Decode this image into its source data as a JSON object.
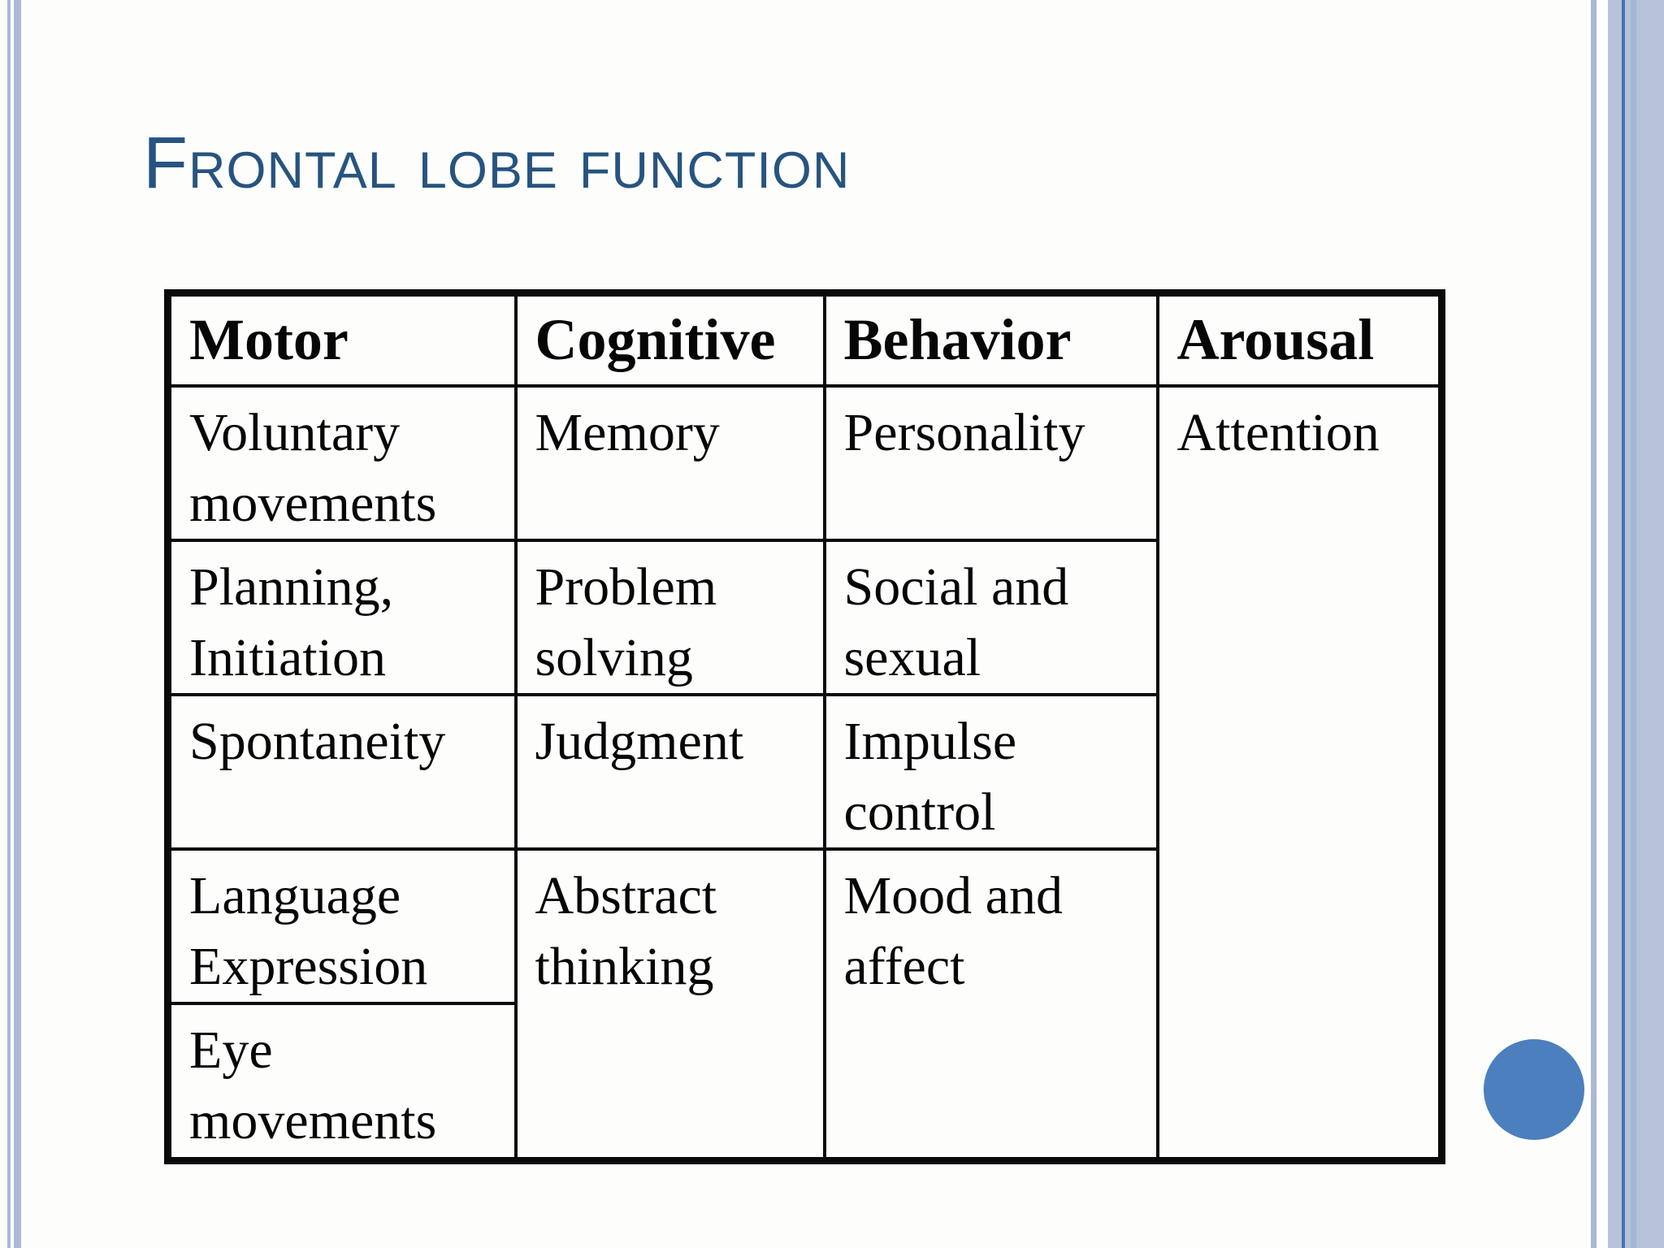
{
  "theme": {
    "background_color": "#FDFEFC",
    "title_color": "#27547F",
    "accent_circle_color": "#4C7FBE",
    "stripe_color": "#ACB9D6",
    "band_color": "#B6C3DA",
    "band_accent_dark": "#4674AF",
    "band_accent_mid": "#A5B6D3",
    "table_border_color": "#0B0B0B",
    "text_color": "#060606"
  },
  "slide": {
    "title": "Frontal lobe function"
  },
  "table": {
    "headers": [
      "Motor",
      "Cognitive",
      "Behavior",
      "Arousal"
    ],
    "cells": {
      "motor": [
        "Voluntary movements",
        "Planning, Initiation",
        "Spontaneity",
        "Language Expression",
        "Eye movements"
      ],
      "cognitive": [
        "Memory",
        "Problem solving",
        "Judgment",
        "Abstract thinking"
      ],
      "behavior": [
        "Personality",
        "Social and sexual",
        "Impulse control",
        "Mood and affect"
      ],
      "arousal": [
        "Attention"
      ]
    }
  }
}
